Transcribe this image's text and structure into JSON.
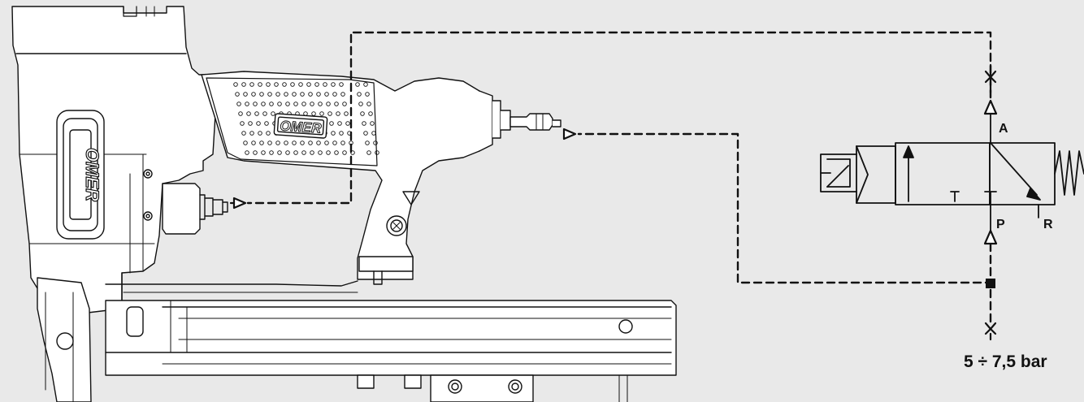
{
  "brand": "OMER",
  "ports": {
    "a": "A",
    "p": "P",
    "r": "R"
  },
  "pressure": "5 ÷ 7,5 bar",
  "colors": {
    "background": "#e9e9e9",
    "line": "#111111",
    "tool_fill": "#ffffff"
  }
}
